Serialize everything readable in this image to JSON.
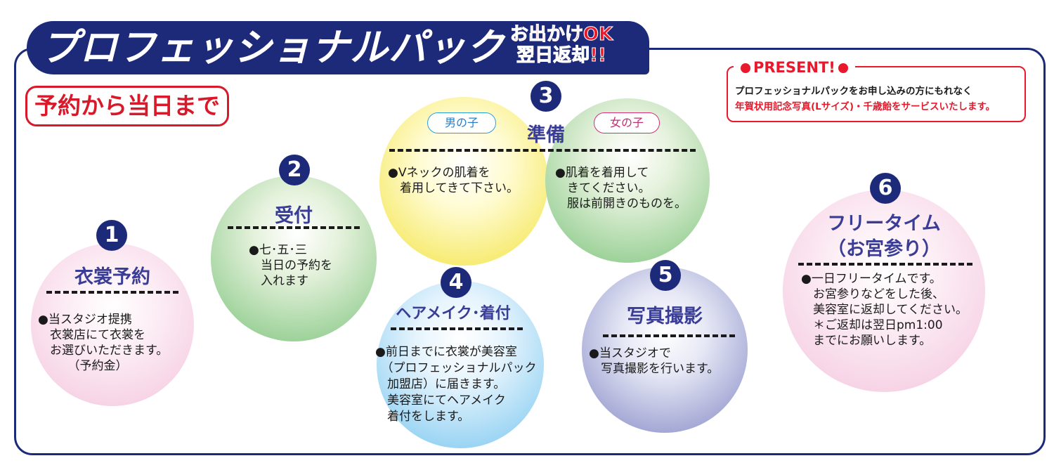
{
  "header": {
    "title": "プロフェッショナルパック",
    "sub_line1": "お出かけOK",
    "sub_line2": "翌日返却!!"
  },
  "section_label": "予約から当日まで",
  "present": {
    "heading": "PRESENT!",
    "line1": "プロフェッショナルパックをお申し込みの方にもれなく",
    "line2": "年賀状用記念写真(Lサイズ)・千歳飴をサービスいたします。"
  },
  "steps": [
    {
      "number": "1",
      "title": "衣裳予約",
      "text": "●当スタジオ提携\n　衣裳店にて衣裳を\n　お選びいただきます。\n　　　（予約金）"
    },
    {
      "number": "2",
      "title": "受付",
      "text": "●七･五･三\n　当日の予約を\n　入れます"
    },
    {
      "number": "3",
      "title": "準備",
      "boy_label": "男の子",
      "boy_text": "●Vネックの肌着を\n　着用してきて下さい。",
      "girl_label": "女の子",
      "girl_text": "●肌着を着用して\n　きてください。\n　服は前開きのものを。"
    },
    {
      "number": "4",
      "title": "ヘアメイク･着付",
      "text": "●前日までに衣裳が美容室\n　（プロフェッショナルパック\n　加盟店）に届きます。\n　美容室にてヘアメイク\n　着付をします。"
    },
    {
      "number": "5",
      "title": "写真撮影",
      "text": "●当スタジオで\n　写真撮影を行います。"
    },
    {
      "number": "6",
      "title_line1": "フリータイム",
      "title_line2": "（お宮参り）",
      "text": "●一日フリータイムです。\n　お宮参りなどをした後、\n　美容室に返却してください。\n　＊ご返却は翌日pm1:00\n　までにお願いします。"
    }
  ],
  "colors": {
    "navy": "#1d2a7a",
    "red": "#e8192c",
    "heading_purple": "#3a3d96"
  }
}
